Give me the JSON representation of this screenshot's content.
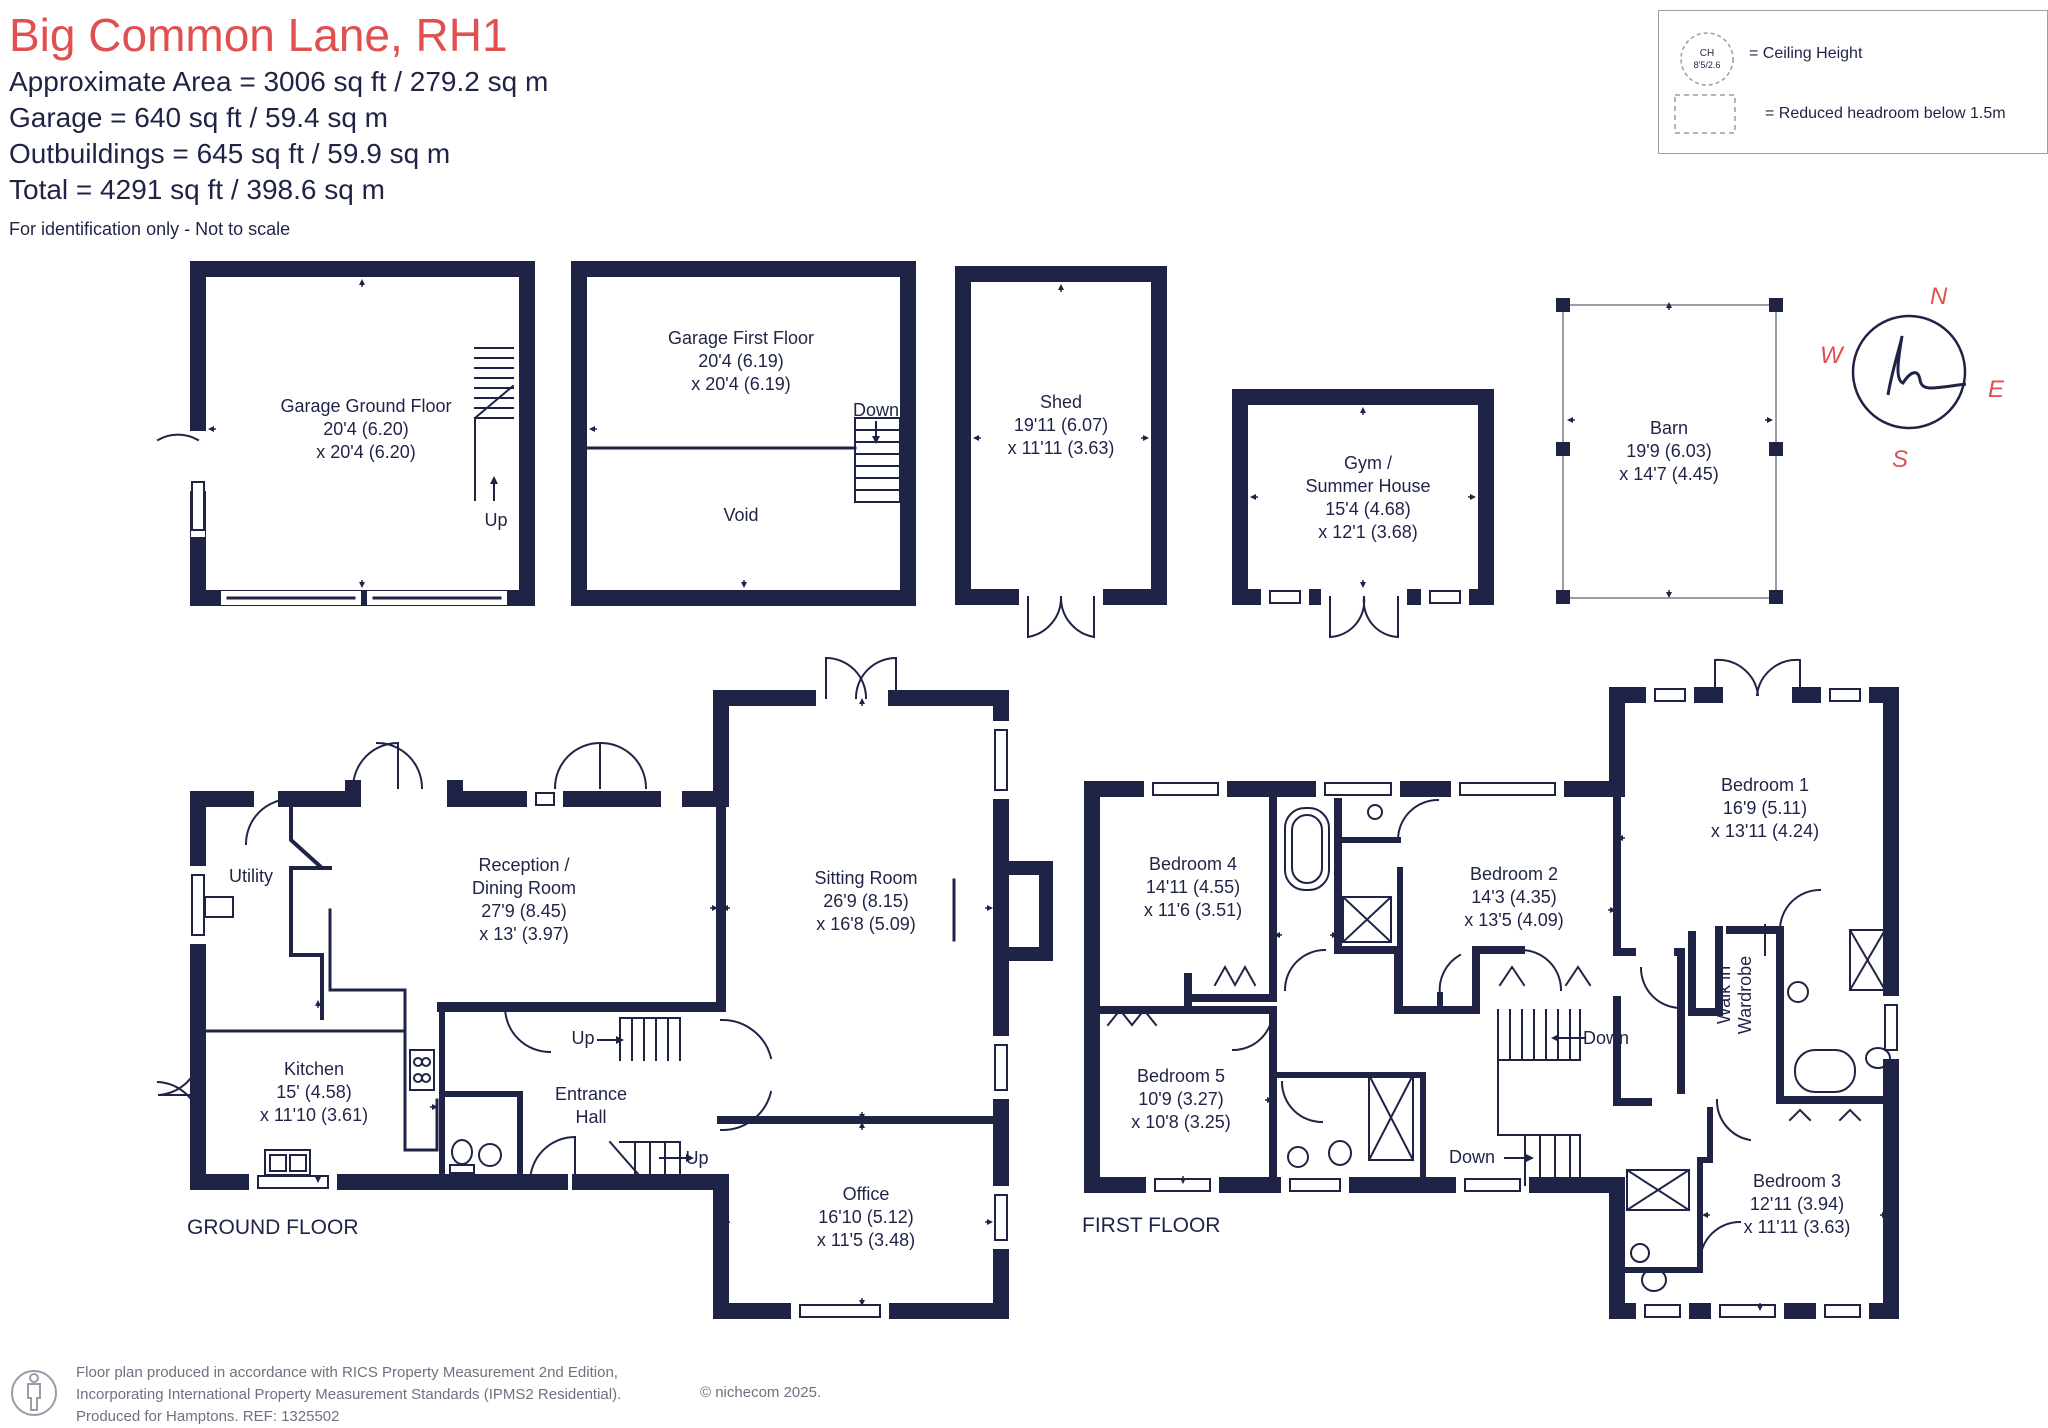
{
  "header": {
    "title": "Big Common Lane, RH1",
    "areas": [
      "Approximate Area = 3006 sq ft / 279.2 sq m",
      "Garage = 640 sq ft / 59.4 sq m",
      "Outbuildings = 645 sq ft / 59.9 sq m",
      "Total = 4291 sq ft / 398.6 sq m"
    ],
    "disclaimer": "For identification only - Not to scale"
  },
  "legend": {
    "ceiling_symbol_top": "CH",
    "ceiling_symbol_bottom": "8'5/2.6",
    "ceiling_label": "= Ceiling Height",
    "headroom_label": "= Reduced headroom below 1.5m"
  },
  "compass": {
    "n": "N",
    "e": "E",
    "s": "S",
    "w": "W"
  },
  "outbuildings": {
    "garage_ground": [
      "Garage Ground Floor",
      "20'4 (6.20)",
      "x 20'4 (6.20)"
    ],
    "garage_ground_up": "Up",
    "garage_first": [
      "Garage First Floor",
      "20'4 (6.19)",
      "x 20'4 (6.19)"
    ],
    "garage_first_down": "Down",
    "void": "Void",
    "shed": [
      "Shed",
      "19'11 (6.07)",
      "x 11'11 (3.63)"
    ],
    "gym": [
      "Gym /",
      "Summer House",
      "15'4 (4.68)",
      "x 12'1 (3.68)"
    ],
    "barn": [
      "Barn",
      "19'9 (6.03)",
      "x 14'7 (4.45)"
    ]
  },
  "ground_floor": {
    "label": "GROUND FLOOR",
    "utility": "Utility",
    "reception": [
      "Reception /",
      "Dining Room",
      "27'9 (8.45)",
      "x 13' (3.97)"
    ],
    "sitting": [
      "Sitting Room",
      "26'9 (8.15)",
      "x 16'8 (5.09)"
    ],
    "kitchen": [
      "Kitchen",
      "15' (4.58)",
      "x 11'10 (3.61)"
    ],
    "hall": [
      "Entrance",
      "Hall"
    ],
    "office": [
      "Office",
      "16'10 (5.12)",
      "x 11'5 (3.48)"
    ],
    "up1": "Up",
    "up2": "Up"
  },
  "first_floor": {
    "label": "FIRST FLOOR",
    "bedroom1": [
      "Bedroom 1",
      "16'9 (5.11)",
      "x 13'11 (4.24)"
    ],
    "bedroom2": [
      "Bedroom 2",
      "14'3 (4.35)",
      "x 13'5 (4.09)"
    ],
    "bedroom3": [
      "Bedroom 3",
      "12'11 (3.94)",
      "x 11'11 (3.63)"
    ],
    "bedroom4": [
      "Bedroom 4",
      "14'11 (4.55)",
      "x 11'6 (3.51)"
    ],
    "bedroom5": [
      "Bedroom 5",
      "10'9 (3.27)",
      "x 10'8 (3.25)"
    ],
    "walk_in": [
      "Walk in",
      "Wardrobe"
    ],
    "down1": "Down",
    "down2": "Down"
  },
  "footer": {
    "lines": [
      "Floor plan produced in accordance with RICS Property Measurement 2nd Edition,",
      "Incorporating International Property Measurement Standards (IPMS2 Residential).",
      "Produced for Hamptons.   REF: 1325502"
    ],
    "copyright": "© nichecom 2025."
  },
  "colors": {
    "wall": "#1f2447",
    "title": "#e05050",
    "muted": "#6e7180"
  }
}
